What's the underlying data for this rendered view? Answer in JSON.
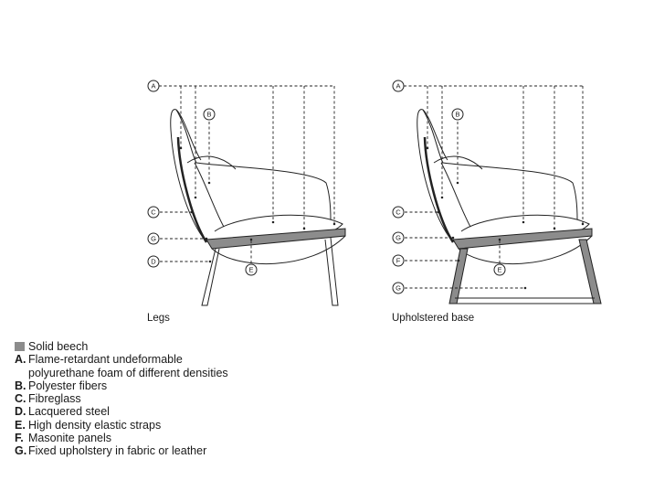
{
  "diagrams": [
    {
      "caption": "Legs",
      "callouts": [
        "A",
        "B",
        "C",
        "G",
        "D",
        "E"
      ]
    },
    {
      "caption": "Upholstered base",
      "callouts": [
        "A",
        "B",
        "C",
        "G",
        "F",
        "E",
        "G"
      ]
    }
  ],
  "legend": {
    "swatch_label": "Solid beech",
    "swatch_color": "#8c8c8c",
    "items": [
      {
        "key": "A.",
        "text": "Flame-retardant undeformable",
        "continuation": "polyurethane foam of different densities"
      },
      {
        "key": "B.",
        "text": "Polyester fibers"
      },
      {
        "key": "C.",
        "text": "Fibreglass"
      },
      {
        "key": "D.",
        "text": "Lacquered steel"
      },
      {
        "key": "E.",
        "text": "High density elastic straps"
      },
      {
        "key": "F.",
        "text": "Masonite panels"
      },
      {
        "key": "G.",
        "text": "Fixed upholstery in fabric or leather"
      }
    ]
  }
}
